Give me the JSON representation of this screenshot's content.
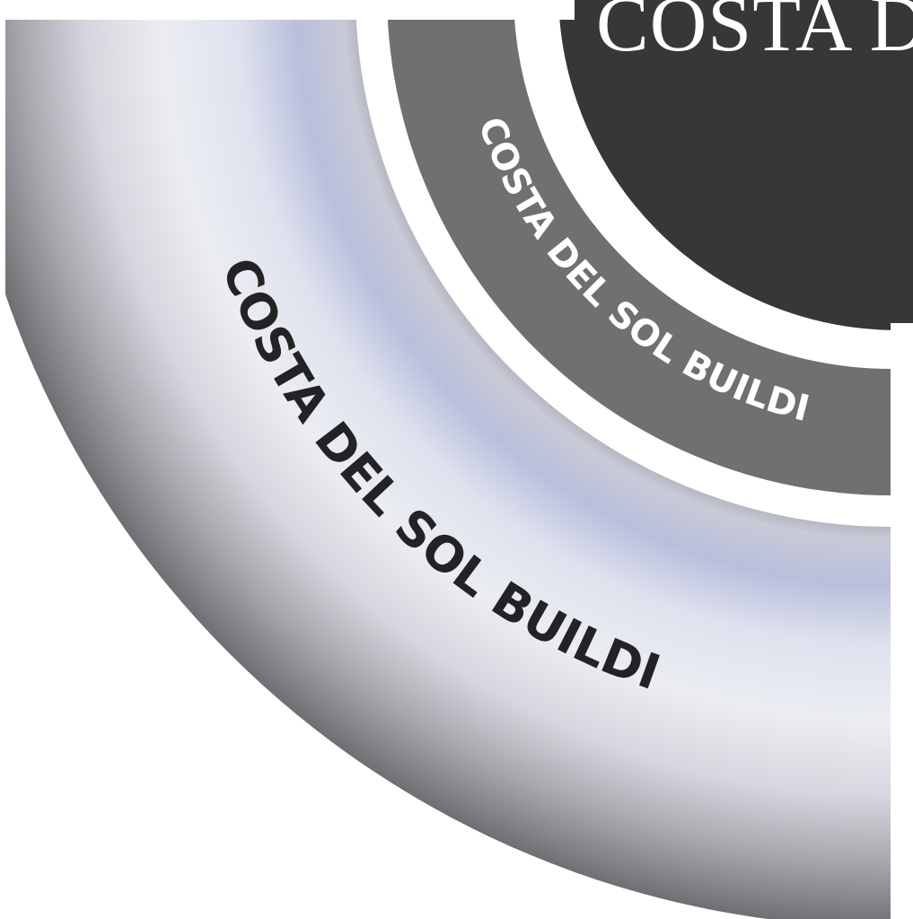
{
  "emblem": {
    "center_title": "COSTA D",
    "middle_ring_text": "COSTA DEL SOL BUILDING",
    "outer_ring_text": "COSTA DEL SOL BUILDING",
    "colors": {
      "center_disc": "#383637",
      "middle_ring": "#717071",
      "outer_ring_light": "#ebedf2",
      "outer_ring_tint": "#b9bfdc",
      "outer_ring_dark": "#6f6f73",
      "gap": "#ffffff",
      "center_title_color": "#ffffff",
      "middle_ring_text_color": "#ffffff",
      "outer_ring_text_color": "#232224"
    }
  }
}
